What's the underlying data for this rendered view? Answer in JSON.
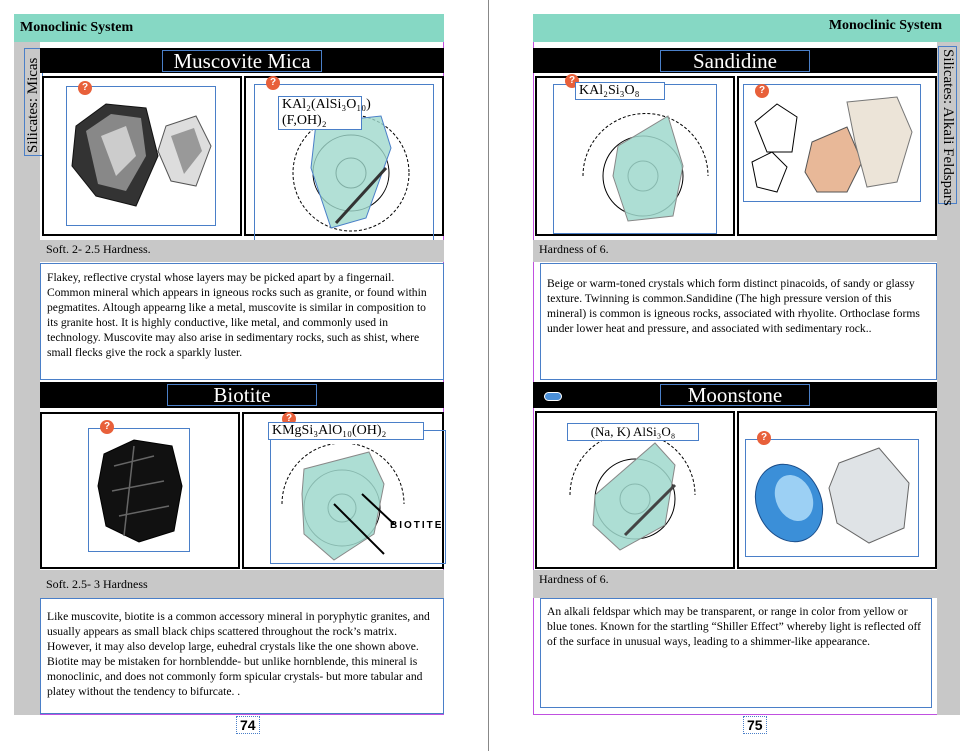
{
  "left_page": {
    "header": "Monoclinic System",
    "side_tab": "Silicates: Micas",
    "page_number": "74",
    "minerals": [
      {
        "name": "Muscovite Mica",
        "formula": "KAl₂(AlSi₃O₁₀)(F,OH)₂",
        "hardness": "Soft. 2- 2.5 Hardness.",
        "description": "Flakey, reflective crystal whose layers may be picked apart by a fingernail. Common mineral which appears in igneous rocks such as granite, or found within pegmatites. Altough appearng like a metal, muscovite is similar in composition to its granite host. It is highly conductive, like metal, and commonly used in technology. Muscovite may also arise in sedimentary rocks, such as shist, where small flecks give the rock a sparkly luster."
      },
      {
        "name": "Biotite",
        "formula": "KMgSi₃AlO₁₀(OH)₂",
        "diagram_label": "Biotite",
        "hardness": "Soft. 2.5- 3 Hardness",
        "description": "Like muscovite, biotite is a common accessory mineral in poryphytic granites, and usually appears as small black chips scattered throughout the rock’s matrix. However, it may also develop large, euhedral crystals like the one shown above. Biotite may be mistaken for hornblendde- but unlike hornblende, this mineral is monoclinic, and does not commonly form spicular crystals- but more tabular and platey without the tendency to bifurcate. ."
      }
    ]
  },
  "right_page": {
    "header": "Monoclinic System",
    "side_tab": "Silicates: Alkali Feldspars",
    "page_number": "75",
    "minerals": [
      {
        "name": "Sandidine",
        "formula": "KAl₂Si₃O₈",
        "hardness": "Hardness of 6.",
        "description": " Beige or warm-toned crystals which form distinct pinacoids, of sandy or glassy texture. Twinning is common.Sandidine (The high pressure version of this mineral) is common is igneous rocks, associated with rhyolite. Orthoclase forms under lower heat and pressure, and associated with sedimentary rock.."
      },
      {
        "name": "Moonstone",
        "formula": "(Na, K) AlSi₃O₈",
        "hardness": "Hardness of 6.",
        "description": "An alkali feldspar which may be transparent, or range in color from yellow or blue tones. Known for the startling “Shiller Effect” whereby light is reflected off of the surface in unusual ways, leading to a shimmer-like appearance."
      }
    ]
  },
  "badge_icon": "?",
  "colors": {
    "header": "#86d8c4",
    "bar": "#000000",
    "band": "#c8c8c8",
    "badge": "#e8603a",
    "frame": "#4a7fc8",
    "page_edge": "#e040e0"
  }
}
